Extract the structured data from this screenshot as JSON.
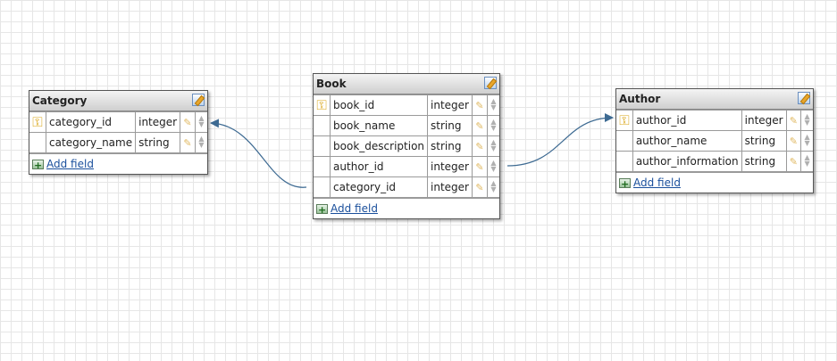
{
  "tables": {
    "category": {
      "name": "Category",
      "fields": [
        {
          "name": "category_id",
          "type": "integer",
          "key": true
        },
        {
          "name": "category_name",
          "type": "string",
          "key": false
        }
      ],
      "add_field_label": "Add field"
    },
    "book": {
      "name": "Book",
      "fields": [
        {
          "name": "book_id",
          "type": "integer",
          "key": true
        },
        {
          "name": "book_name",
          "type": "string",
          "key": false
        },
        {
          "name": "book_description",
          "type": "string",
          "key": false
        },
        {
          "name": "author_id",
          "type": "integer",
          "key": false
        },
        {
          "name": "category_id",
          "type": "integer",
          "key": false
        }
      ],
      "add_field_label": "Add field"
    },
    "author": {
      "name": "Author",
      "fields": [
        {
          "name": "author_id",
          "type": "integer",
          "key": true
        },
        {
          "name": "author_name",
          "type": "string",
          "key": false
        },
        {
          "name": "author_information",
          "type": "string",
          "key": false
        }
      ],
      "add_field_label": "Add field"
    }
  },
  "relations": [
    {
      "from": "Book.category_id",
      "to": "Category.category_id"
    },
    {
      "from": "Book.author_id",
      "to": "Author.author_id"
    }
  ],
  "colors": {
    "connector": "#3d6a92",
    "link": "#1a4f9c",
    "key": "#d9a516"
  },
  "icons": {
    "key": "key-icon",
    "edit_field": "pencil-icon",
    "reorder": "updown-icon",
    "edit_table": "edit-table-icon",
    "add": "add-field-icon"
  }
}
